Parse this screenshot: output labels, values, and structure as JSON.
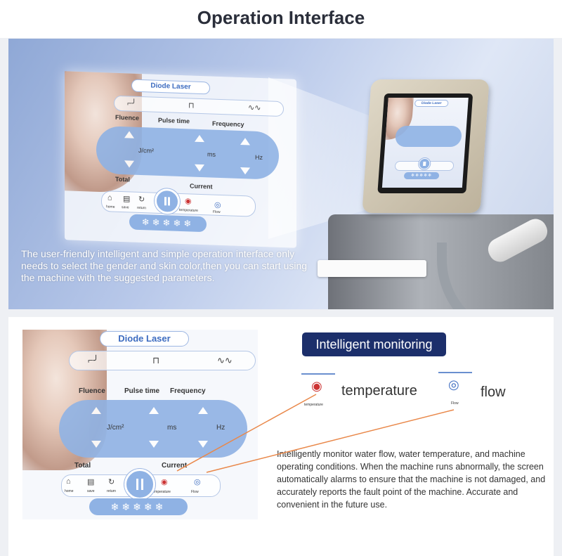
{
  "page_title": "Operation Interface",
  "hero": {
    "description": "The user-friendly intelligent and simple operation interface only needs to select the gender and skin color,then you can start using the machine with the suggested parameters."
  },
  "screen": {
    "title": "Diode Laser",
    "modes": [
      "Fluence",
      "Pulse time",
      "Frequency"
    ],
    "units": [
      "J/cm²",
      "ms",
      "Hz"
    ],
    "total_label": "Total",
    "current_label": "Current",
    "nav": [
      "home",
      "save",
      "return",
      "temperature",
      "Flow"
    ],
    "snowflakes": "❄❄❄❄❄"
  },
  "monitoring": {
    "badge": "Intelligent monitoring",
    "temperature_label": "temperature",
    "temperature_caption": "temperature",
    "flow_label": "flow",
    "flow_caption": "Flow",
    "description": "Intelligently monitor water flow, water temperature, and machine operating conditions. When the machine runs abnormally, the screen automatically alarms to ensure that the machine is not damaged, and accurately reports the fault point of the machine. Accurate and convenient in the future use."
  },
  "colors": {
    "accent": "#8fb2e4",
    "badge": "#1c2f6b",
    "callout_line": "#e9884a"
  }
}
